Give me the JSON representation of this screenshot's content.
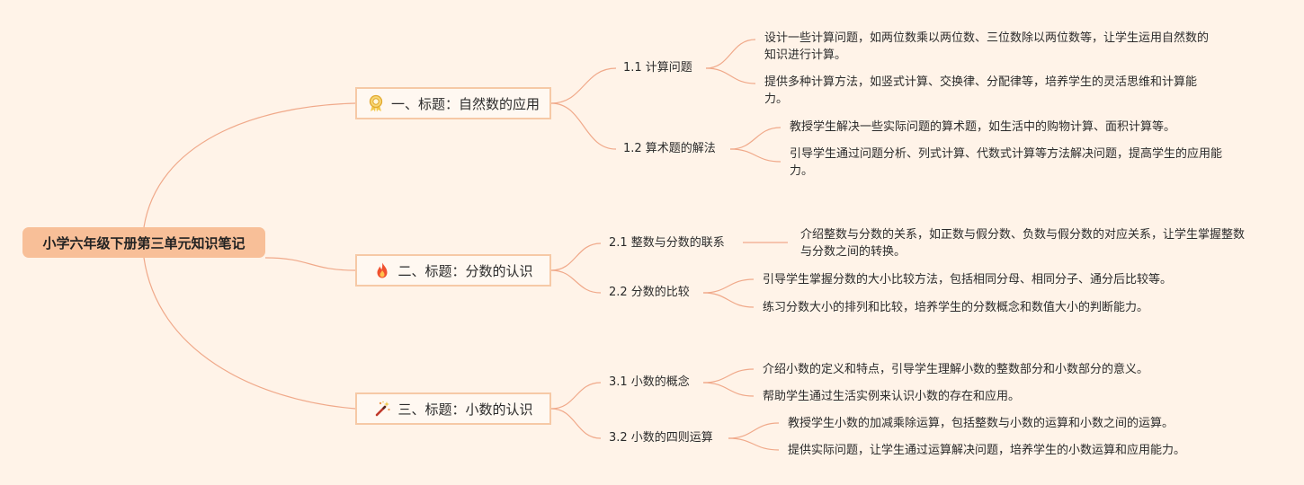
{
  "root": {
    "title": "小学六年级下册第三单元知识笔记"
  },
  "branches": [
    {
      "title": "一、标题：自然数的应用",
      "icon": "award-ribbon-icon",
      "children": [
        {
          "title": "1.1 计算问题",
          "leaves": [
            "设计一些计算问题，如两位数乘以两位数、三位数除以两位数等，让学生运用自然数的知识进行计算。",
            "提供多种计算方法，如竖式计算、交换律、分配律等，培养学生的灵活思维和计算能力。"
          ]
        },
        {
          "title": "1.2 算术题的解法",
          "leaves": [
            "教授学生解决一些实际问题的算术题，如生活中的购物计算、面积计算等。",
            "引导学生通过问题分析、列式计算、代数式计算等方法解决问题，提高学生的应用能力。"
          ]
        }
      ]
    },
    {
      "title": "二、标题：分数的认识",
      "icon": "fire-icon",
      "children": [
        {
          "title": "2.1 整数与分数的联系",
          "leaves": [
            "介绍整数与分数的关系，如正数与假分数、负数与假分数的对应关系，让学生掌握整数与分数之间的转换。"
          ]
        },
        {
          "title": "2.2 分数的比较",
          "leaves": [
            "引导学生掌握分数的大小比较方法，包括相同分母、相同分子、通分后比较等。",
            "练习分数大小的排列和比较，培养学生的分数概念和数值大小的判断能力。"
          ]
        }
      ]
    },
    {
      "title": "三、标题：小数的认识",
      "icon": "magic-wand-icon",
      "children": [
        {
          "title": "3.1 小数的概念",
          "leaves": [
            "介绍小数的定义和特点，引导学生理解小数的整数部分和小数部分的意义。",
            "帮助学生通过生活实例来认识小数的存在和应用。"
          ]
        },
        {
          "title": "3.2 小数的四则运算",
          "leaves": [
            "教授学生小数的加减乘除运算，包括整数与小数的运算和小数之间的运算。",
            "提供实际问题，让学生通过运算解决问题，培养学生的小数运算和应用能力。"
          ]
        }
      ]
    }
  ],
  "colors": {
    "link": "#F0A98A",
    "root_fill": "#F8BF98",
    "branch_border": "#F6C9A6",
    "background": "#FFF3E8"
  }
}
